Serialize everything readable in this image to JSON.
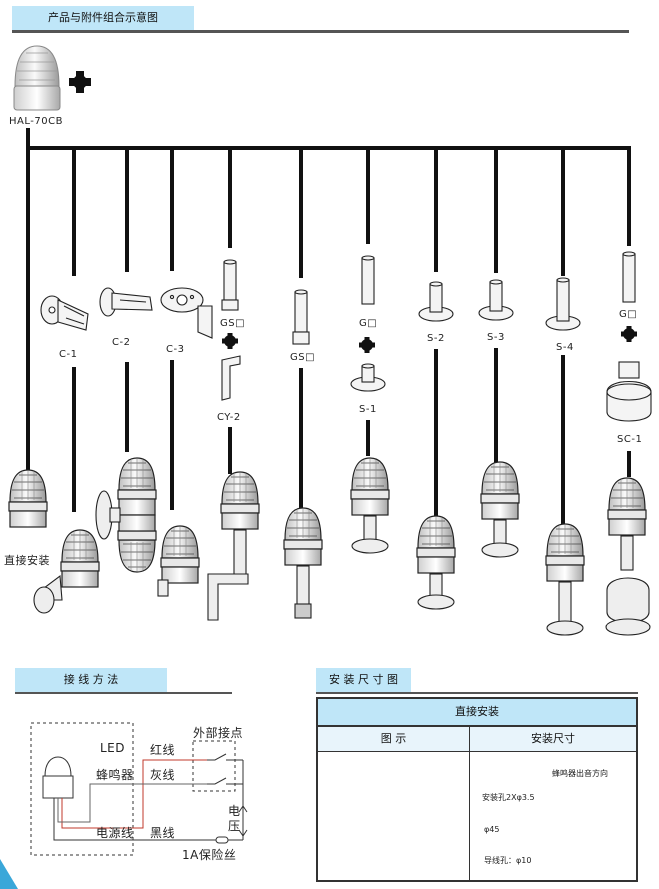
{
  "sections": {
    "combo_title": "产品与附件组合示意图",
    "wiring_title": "接 线 方 法",
    "dim_title": "安 装 尺 寸 图"
  },
  "product": {
    "model": "HAL-70CB"
  },
  "accessories": {
    "c1": "C-1",
    "c2": "C-2",
    "c3": "C-3",
    "gs_a": "GS□",
    "cy2": "CY-2",
    "gs_b": "GS□",
    "g_a": "G□",
    "s1": "S-1",
    "s2": "S-2",
    "s3": "S-3",
    "s4": "S-4",
    "g_b": "G□",
    "sc1": "SC-1",
    "direct": "直接安装"
  },
  "wiring": {
    "external_contact": "外部接点",
    "led": "LED",
    "red_wire": "红线",
    "buzzer": "蜂鸣器",
    "gray_wire": "灰线",
    "power_wire": "电源线",
    "black_wire": "黑线",
    "voltage": "电压",
    "fuse": "1A保险丝"
  },
  "dimension_table": {
    "header": "直接安装",
    "col_image": "图  示",
    "col_size": "安装尺寸",
    "buzzer_dir": "蜂鸣器出音方向",
    "mount_hole": "安装孔2Xφ3.5",
    "diameter": "φ45",
    "wire_hole": "导线孔：φ10"
  },
  "colors": {
    "header_bg": "#bfe6f8",
    "lamp_red": "#d4262b",
    "accent_blue": "#3aa7d9",
    "red_wire_color": "#c0392b"
  }
}
